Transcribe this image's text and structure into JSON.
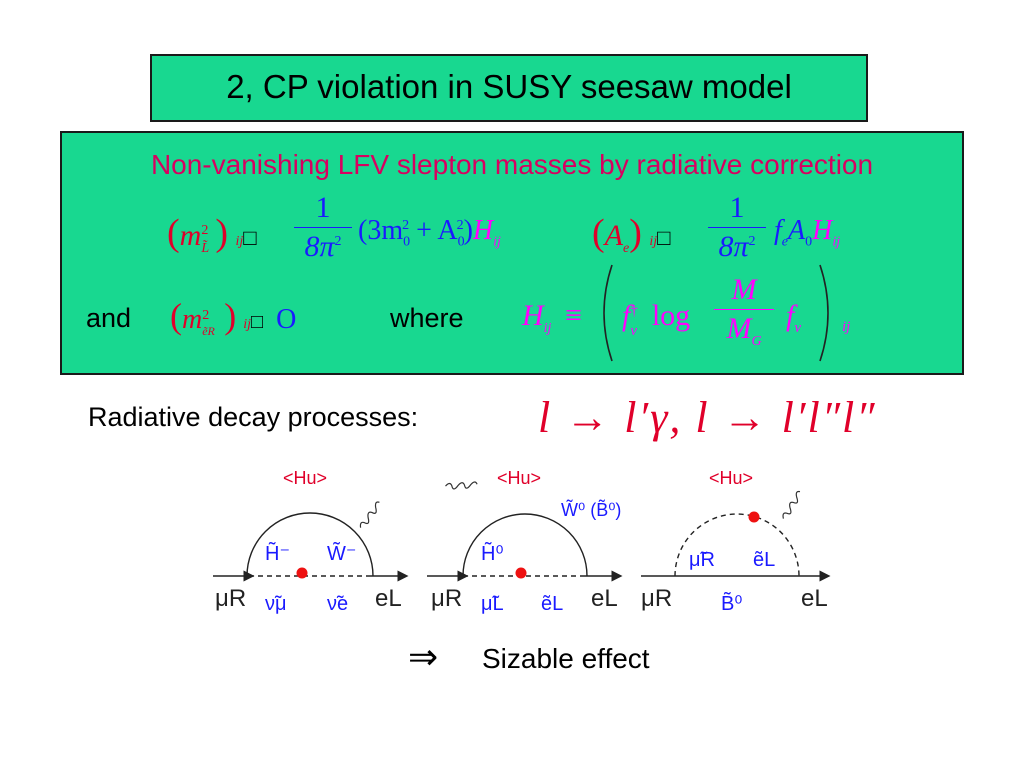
{
  "title": "2, CP violation in SUSY seesaw model",
  "box": {
    "heading": "Non-vanishing LFV slepton masses by radiative correction",
    "and_label": "and",
    "where_label": "where"
  },
  "math": {
    "m": "m",
    "sup2": "2",
    "Ltilde": "L̃",
    "eR": "ẽR",
    "ij": "ij",
    "glyph": "□",
    "one": "1",
    "eight_pi2": "8π",
    "three_m0": "(3m",
    "zero": "0",
    "plus_A": "+ A",
    "close_paren": ")",
    "H": "H",
    "A": "A",
    "e": "e",
    "f": "f",
    "nu": "ν",
    "dagger": "†",
    "log": "log",
    "M": "M",
    "G": "G",
    "equiv": "≡",
    "O": "O"
  },
  "decay": {
    "label": "Radiative decay processes:",
    "formula": "l → l′γ, l → l′l″l″"
  },
  "diagrams": {
    "hu": "<Hu>",
    "h_minus": "H̃⁻",
    "w_minus": "W̃⁻",
    "nu_mu": "ν̃μ",
    "nu_e": "ν̃e",
    "mu_r": "μR",
    "e_l": "eL",
    "h_zero": "H̃⁰",
    "w0_b0": "W̃⁰ (B̃⁰)",
    "mu_l": "μ̃L",
    "e_l_tilde": "ẽL",
    "mu_r_tilde": "μ̃R",
    "b0": "B̃⁰"
  },
  "conclusion": {
    "arrow": "⇒",
    "text": "Sizable effect"
  }
}
